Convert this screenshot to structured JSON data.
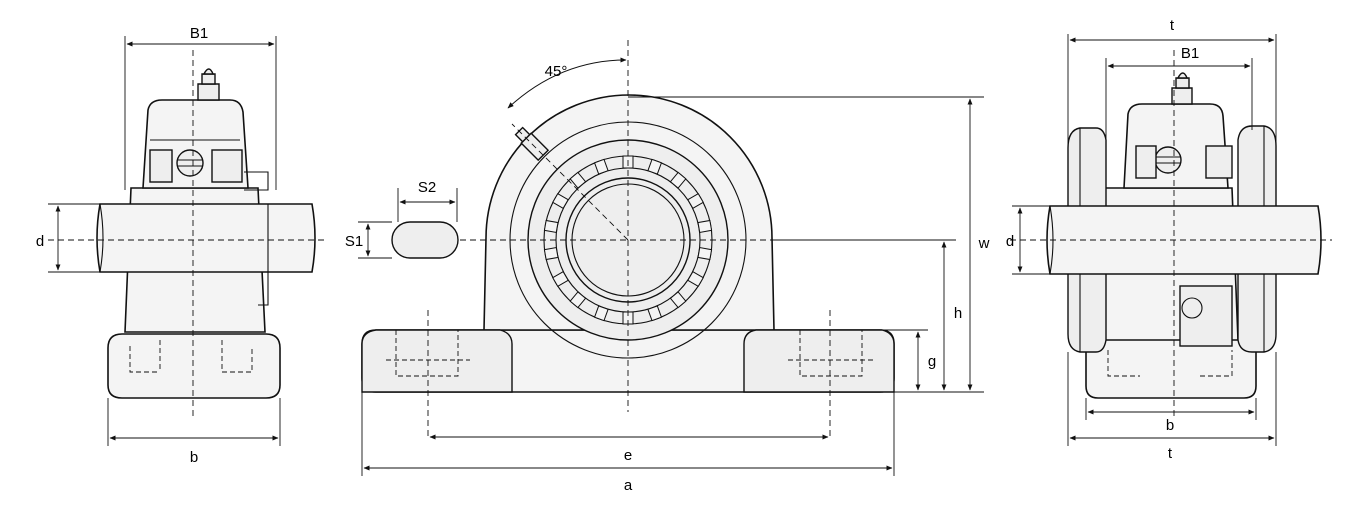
{
  "labels": {
    "left_top": "B1",
    "left_bottom": "b",
    "left_d": "d",
    "slot_s2": "S2",
    "slot_s1": "S1",
    "angle": "45°",
    "e": "e",
    "a": "a",
    "w": "w",
    "h": "h",
    "g": "g",
    "right_t_top": "t",
    "right_b1": "B1",
    "right_d": "d",
    "right_b": "b",
    "right_t_bottom": "t"
  }
}
